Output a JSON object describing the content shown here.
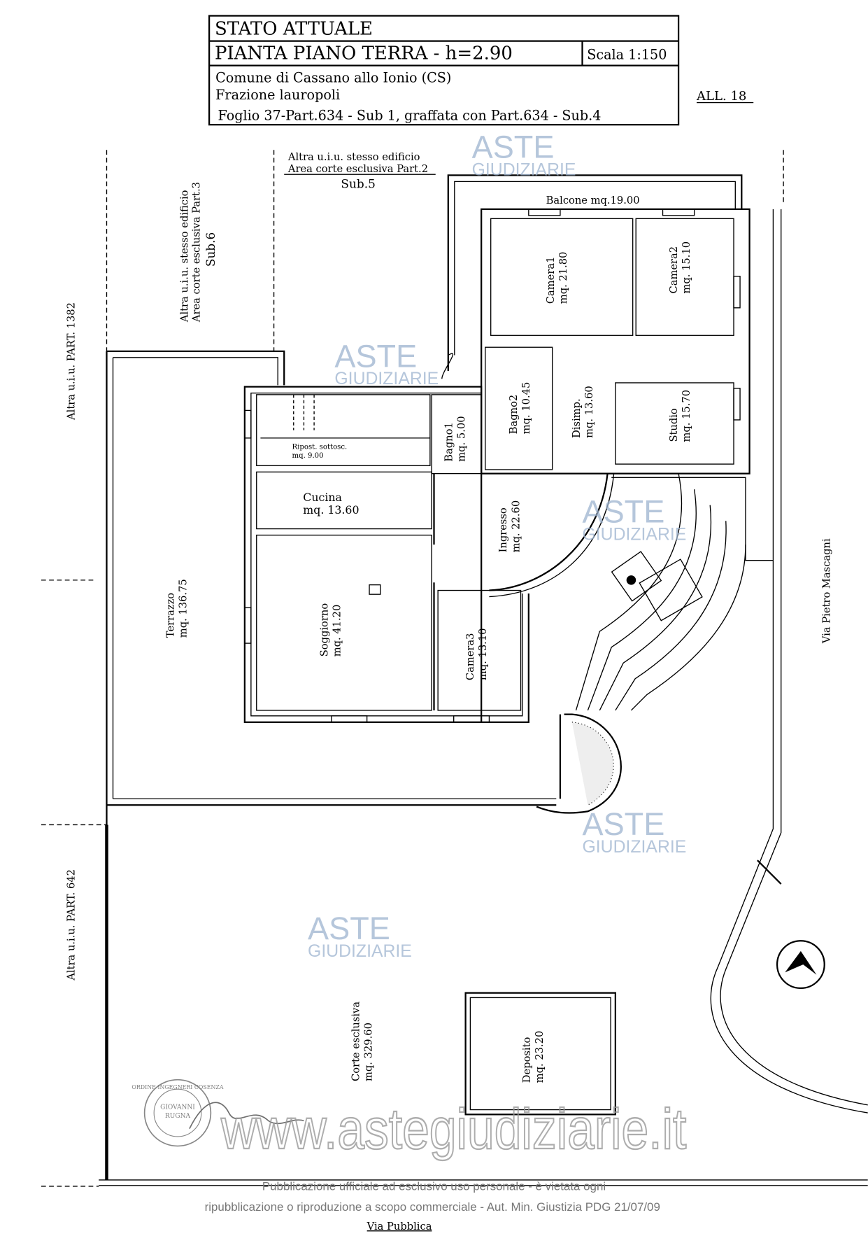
{
  "title_block": {
    "status": "STATO ATTUALE",
    "plan": "PIANTA PIANO TERRA - h=2.90",
    "scale": "Scala 1:150",
    "comune": "Comune di Cassano allo Ionio (CS)",
    "frazione": "Frazione lauropoli",
    "foglio": "Foglio 37-Part.634 - Sub 1, graffata con Part.634 - Sub.4"
  },
  "attachment": "ALL. 18",
  "neighbors": {
    "top_line1": "Altra u.i.u. stesso edificio",
    "top_line2": "Area corte esclusiva Part.2",
    "top_line3": "Sub.5",
    "left_line1": "Altra u.i.u. stesso edificio",
    "left_line2": "Area corte esclusiva Part.3",
    "left_line3": "Sub.6",
    "part1382": "Altra u.i.u. PART. 1382",
    "part642": "Altra u.i.u. PART. 642",
    "street_right": "Via Pietro Mascagni",
    "street_bottom": "Via Pubblica"
  },
  "rooms": [
    {
      "name": "Balcone mq.19.00"
    },
    {
      "name": "Camera1",
      "area": "mq. 21.80"
    },
    {
      "name": "Camera2",
      "area": "mq. 15.10"
    },
    {
      "name": "Bagno2",
      "area": "mq. 10.45"
    },
    {
      "name": "Disimp.",
      "area": "mq. 13.60"
    },
    {
      "name": "Studio",
      "area": "mq. 15.70"
    },
    {
      "name": "Bagno1",
      "area": "mq. 5.00"
    },
    {
      "name": "Ripost. sottosc.",
      "area": "mq. 9.00"
    },
    {
      "name": "Cucina",
      "area": "mq. 13.60"
    },
    {
      "name": "Ingresso",
      "area": "mq. 22.60"
    },
    {
      "name": "Soggiorno",
      "area": "mq. 41.20"
    },
    {
      "name": "Camera3",
      "area": "mq. 13.10"
    },
    {
      "name": "Terrazzo",
      "area": "mq. 136.75"
    },
    {
      "name": "Corte esclusiva",
      "area": "mq. 329.60"
    },
    {
      "name": "Deposito",
      "area": "mq. 23.20"
    }
  ],
  "watermark": {
    "brand_top": "ASTE",
    "brand_bottom": "GIUDIZIARIE",
    "url": "www.astegiudiziarie.it",
    "notice_line1": "Pubblicazione ufficiale ad esclusivo uso personale - è vietata ogni",
    "notice_line2": "ripubblicazione o riproduzione a scopo commerciale - Aut. Min. Giustizia PDG 21/07/09"
  },
  "stamp": {
    "ring": "ORDINE INGEGNERI COSENZA",
    "name1": "GIOVANNI",
    "name2": "RUGNA"
  }
}
